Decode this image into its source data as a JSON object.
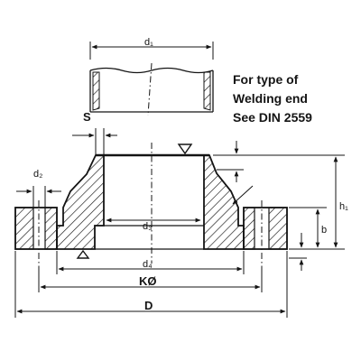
{
  "note": {
    "line1": "For type of",
    "line2": "Welding end",
    "line3": "See DIN 2559"
  },
  "labels": {
    "d1": "d₁",
    "s": "S",
    "d2": "d₂",
    "d3": "d₃",
    "d4": "d₄",
    "k": "KØ",
    "d": "D",
    "h1": "h₁",
    "b": "b"
  }
}
